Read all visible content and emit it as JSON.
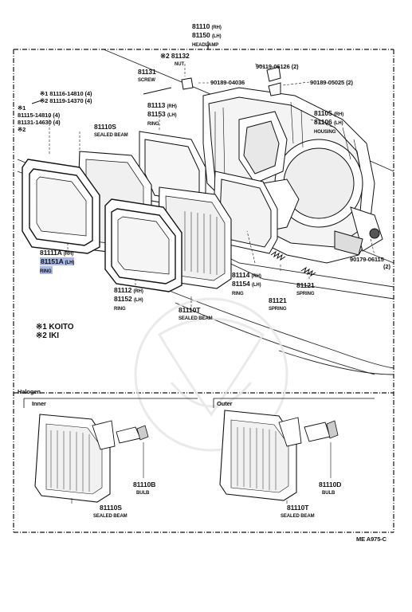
{
  "diagram": {
    "top_part": {
      "no": "81110",
      "side_rh": "(RH)",
      "no2": "81150",
      "side_lh": "(LH)",
      "name": "HEADLAMP"
    },
    "nut": {
      "mark": "※2",
      "no": "81132",
      "name": "NUT"
    },
    "screw": {
      "no": "81131",
      "name": "SCREW"
    },
    "screw2": {
      "no": "90119-06126",
      "qty": "(2)"
    },
    "clip1": {
      "no": "90189-04036"
    },
    "clip2": {
      "no": "90189-05025",
      "qty": "(2)"
    },
    "koito_block": {
      "line1": "※1 81116-14810 (4)",
      "line2": "※2 81119-14370 (4)",
      "line3_mark": "※1",
      "line3": "81115-14810 (4)",
      "line4": "81131-14630 (4)",
      "line5": "※2"
    },
    "sealed_beam_s": {
      "no": "81110S",
      "name": "SEALED BEAM"
    },
    "ring_upper": {
      "no": "81113",
      "side_rh": "(RH)",
      "no2": "81153",
      "side_lh": "(LH)",
      "name": "RING"
    },
    "housing": {
      "no": "81105",
      "side_rh": "(RH)",
      "no2": "81106",
      "side_lh": "(LH)",
      "name": "HOUSING"
    },
    "ring_a": {
      "no": "81111A",
      "side_rh": "(RH)",
      "no2": "81151A",
      "side_lh": "(LH)",
      "name": "RING"
    },
    "ring_lower": {
      "no": "81112",
      "side_rh": "(RH)",
      "no2": "81152",
      "side_lh": "(LH)",
      "name": "RING"
    },
    "ring_mid": {
      "no": "81114",
      "side_rh": "(RH)",
      "no2": "81154",
      "side_lh": "(LH)",
      "name": "RING"
    },
    "spring1": {
      "no": "81121",
      "name": "SPRING"
    },
    "spring2": {
      "no": "81121",
      "name": "SPRING"
    },
    "nut2": {
      "no": "90179-06115",
      "qty": "(2)"
    },
    "sealed_beam_t": {
      "no": "81110T",
      "name": "SEALED BEAM"
    },
    "legend": {
      "line1": "※1 KOITO",
      "line2": "※2 IKI"
    }
  },
  "halogen": {
    "title": "Halogen",
    "inner_label": "Inner",
    "outer_label": "Outer",
    "bulb_b": {
      "no": "81110B",
      "name": "BULB"
    },
    "bulb_d": {
      "no": "81110D",
      "name": "BULB"
    },
    "beam_s": {
      "no": "81110S",
      "name": "SEALED BEAM"
    },
    "beam_t": {
      "no": "81110T",
      "name": "SEALED BEAM"
    }
  },
  "footer": {
    "code": "ME  A975-C"
  }
}
